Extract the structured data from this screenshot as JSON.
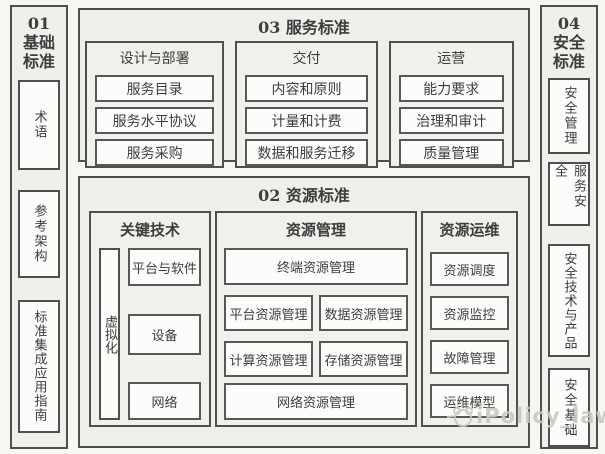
{
  "colors": {
    "page_bg": "#f7f6f3",
    "panel_bg": "#f0efec",
    "box_bg": "#fcfcfa",
    "border": "#4f4f4f",
    "text": "#3d3d3d",
    "watermark": "#c9c8c4"
  },
  "base_column": {
    "title": "01\n基础\n标准",
    "items": [
      "术语",
      "参考架构",
      "标准集成应用指南"
    ]
  },
  "security_column": {
    "title": "04\n安全\n标准",
    "items": [
      "安全管理",
      "服务安全",
      "安全技术与产品",
      "安全基础"
    ]
  },
  "service_section": {
    "title": "03 服务标准",
    "groups": [
      {
        "title": "设计与部署",
        "items": [
          "服务目录",
          "服务水平协议",
          "服务采购"
        ]
      },
      {
        "title": "交付",
        "items": [
          "内容和原则",
          "计量和计费",
          "数据和服务迁移"
        ]
      },
      {
        "title": "运营",
        "items": [
          "能力要求",
          "治理和审计",
          "质量管理"
        ]
      }
    ]
  },
  "resource_section": {
    "title": "02 资源标准",
    "key_tech": {
      "title": "关键技术",
      "side": "虚拟化",
      "items": [
        "平台与软件",
        "设备",
        "网络"
      ]
    },
    "management": {
      "title": "资源管理",
      "top": "终端资源管理",
      "row2": [
        "平台资源管理",
        "数据资源管理"
      ],
      "row3": [
        "计算资源管理",
        "存储资源管理"
      ],
      "bottom": "网络资源管理"
    },
    "operations": {
      "title": "资源运维",
      "items": [
        "资源调度",
        "资源监控",
        "故障管理",
        "运维模型"
      ]
    }
  },
  "watermark": {
    "text": "iPolicy_law"
  }
}
